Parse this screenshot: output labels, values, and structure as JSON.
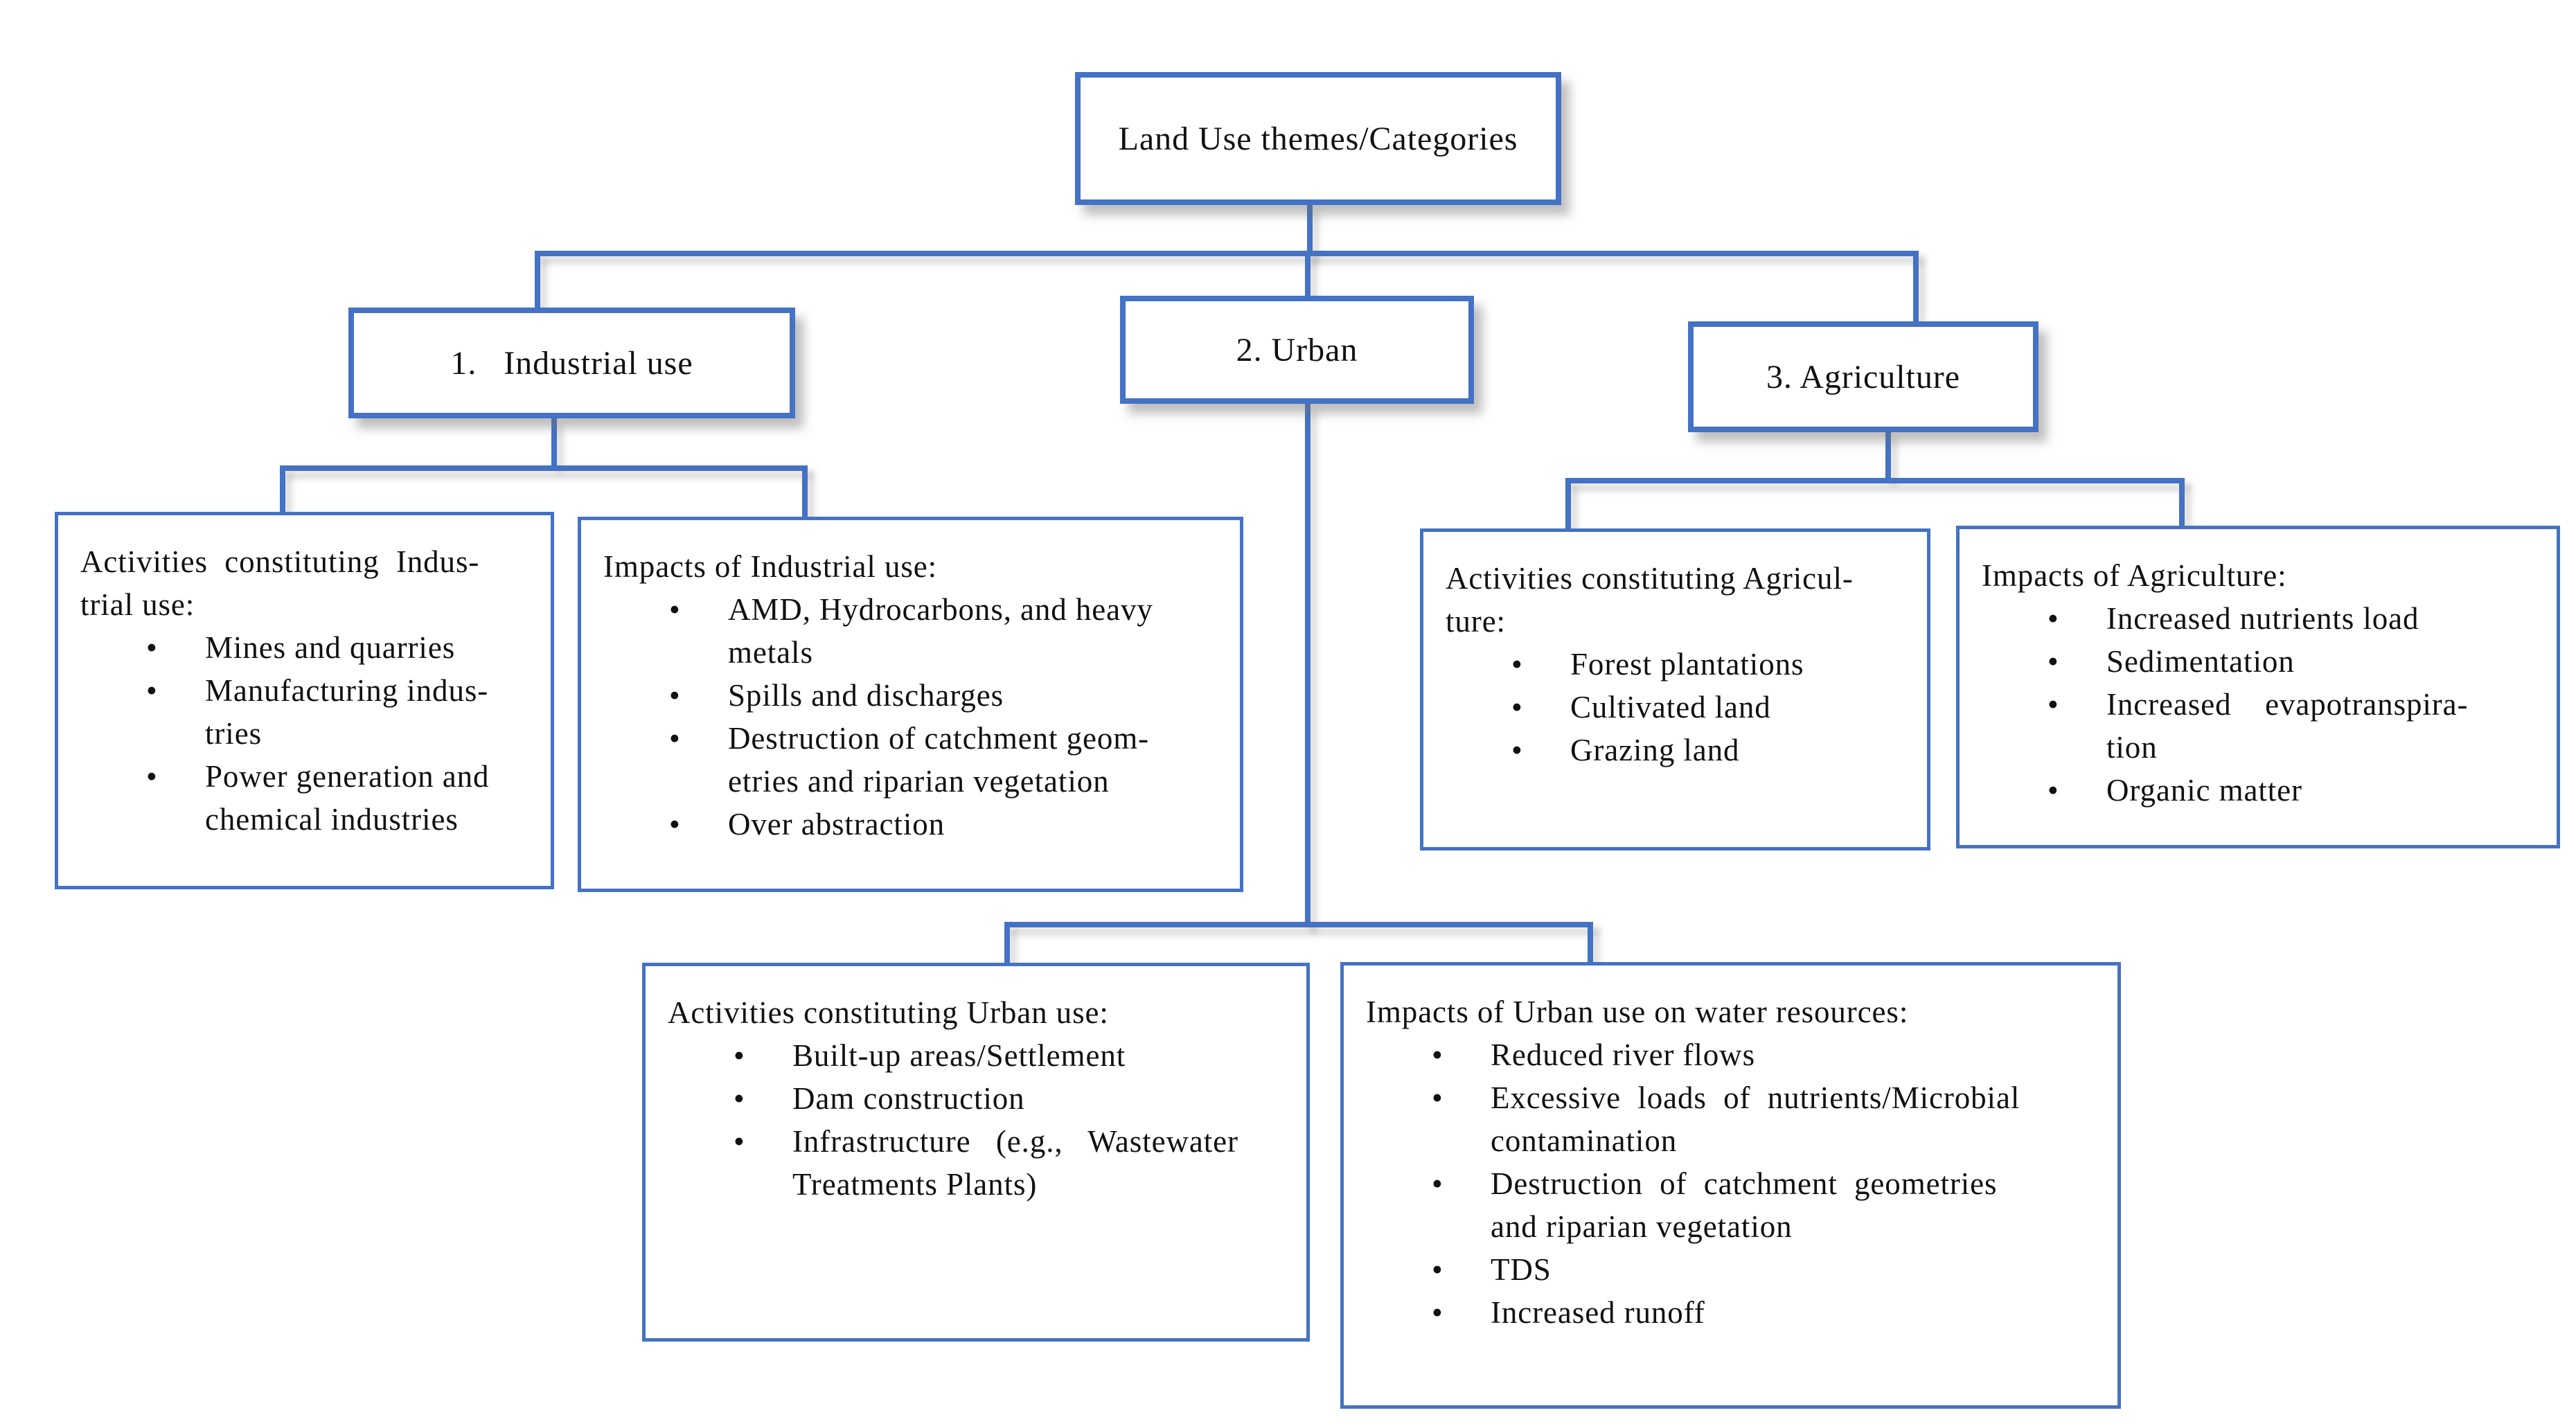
{
  "root": {
    "label": "Land Use themes/Categories"
  },
  "categories": {
    "industrial": {
      "label": "1.   Industrial use"
    },
    "urban": {
      "label": "2. Urban"
    },
    "agriculture": {
      "label": "3. Agriculture"
    }
  },
  "boxes": {
    "industrial_activities": {
      "title": "Activities  constituting  Indus-\ntrial use:",
      "items": [
        "Mines and quarries",
        "Manufacturing indus-\ntries",
        "Power generation and\nchemical industries"
      ]
    },
    "industrial_impacts": {
      "title": "Impacts of Industrial use:",
      "items": [
        "AMD, Hydrocarbons, and heavy\nmetals",
        "Spills and discharges",
        "Destruction of catchment geom-\netries and riparian vegetation",
        "Over abstraction"
      ]
    },
    "agriculture_activities": {
      "title": "Activities constituting Agricul-\nture:",
      "items": [
        "Forest plantations",
        "Cultivated land",
        "Grazing land"
      ]
    },
    "agriculture_impacts": {
      "title": "Impacts of Agriculture:",
      "items": [
        "Increased nutrients load",
        "Sedimentation",
        "Increased    evapotranspira-\ntion",
        "Organic matter"
      ]
    },
    "urban_activities": {
      "title": "Activities constituting Urban use:",
      "items": [
        "Built-up areas/Settlement",
        "Dam construction",
        "Infrastructure   (e.g.,   Wastewater\nTreatments Plants)"
      ]
    },
    "urban_impacts": {
      "title": "Impacts of Urban use on water resources:",
      "items": [
        "Reduced river flows",
        "Excessive  loads  of  nutrients/Microbial\ncontamination",
        "Destruction  of  catchment  geometries\nand riparian vegetation",
        "TDS",
        "Increased runoff"
      ]
    }
  },
  "colors": {
    "accent_blue": "#4472C4",
    "text": "#111111",
    "background": "#FFFFFF"
  }
}
